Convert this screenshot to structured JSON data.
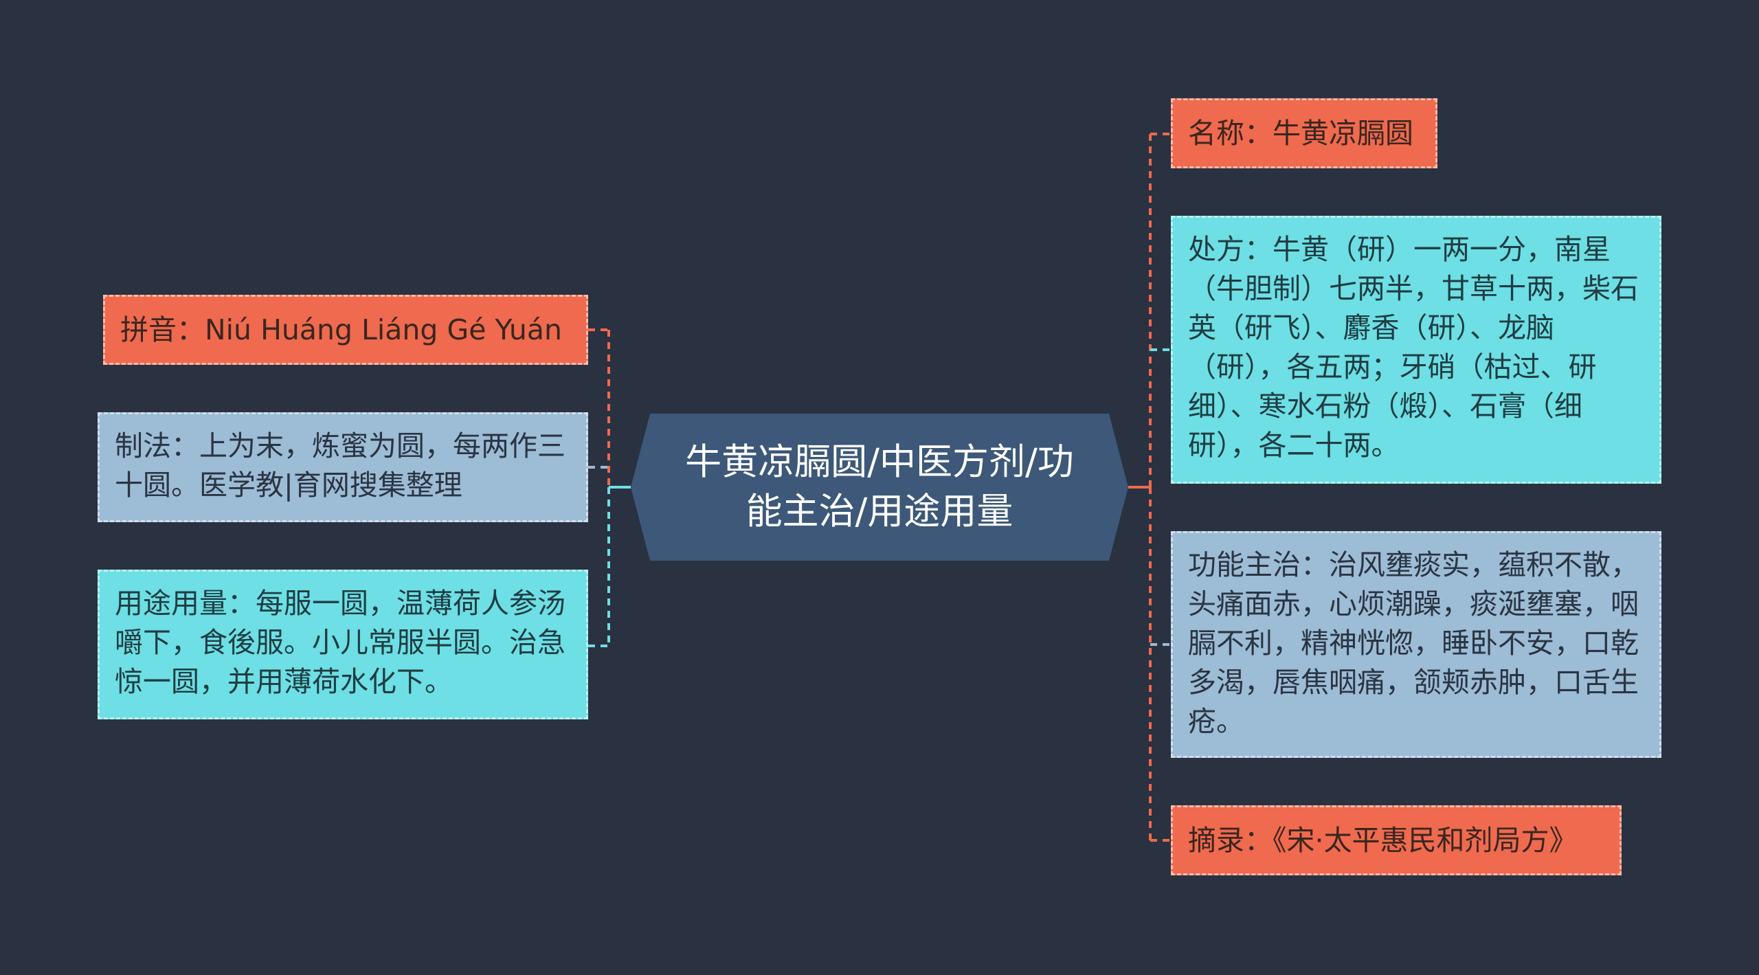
{
  "center": {
    "title": "牛黄凉膈圆/中医方剂/功能主治/用途用量"
  },
  "left_nodes": [
    {
      "id": "pinyin",
      "color": "orange",
      "text": "拼音：Niú Huáng Liáng Gé Yuán"
    },
    {
      "id": "method",
      "color": "blue",
      "text": "制法：上为末，炼蜜为圆，每两作三十圆。医学教|育网搜集整理"
    },
    {
      "id": "usage",
      "color": "cyan",
      "text": "用途用量：每服一圆，温薄荷人参汤嚼下，食後服。小儿常服半圆。治急惊一圆，并用薄荷水化下。"
    }
  ],
  "right_nodes": [
    {
      "id": "name",
      "color": "orange",
      "text": "名称：牛黄凉膈圆"
    },
    {
      "id": "prescription",
      "color": "cyan",
      "text": "处方：牛黄（研）一两一分，南星（牛胆制）七两半，甘草十两，柴石英（研飞）、麝香（研）、龙脑（研），各五两；牙硝（枯过、研细）、寒水石粉（煅）、石膏（细研），各二十两。"
    },
    {
      "id": "function",
      "color": "blue",
      "text": "功能主治：治风壅痰实，蕴积不散，头痛面赤，心烦潮躁，痰涎壅塞，咽膈不利，精神恍惚，睡卧不安，口乾多渴，唇焦咽痛，颔颊赤肿，口舌生疮。"
    },
    {
      "id": "excerpt",
      "color": "orange",
      "text": "摘录：《宋·太平惠民和剂局方》"
    }
  ],
  "colors": {
    "background": "#2a3140",
    "center": "#3d5878",
    "orange": "#ef6a4e",
    "blue": "#9dbcd6",
    "cyan": "#6ddfe5",
    "connector_orange": "#ef6a4e",
    "connector_cyan": "#6ddfe5"
  }
}
